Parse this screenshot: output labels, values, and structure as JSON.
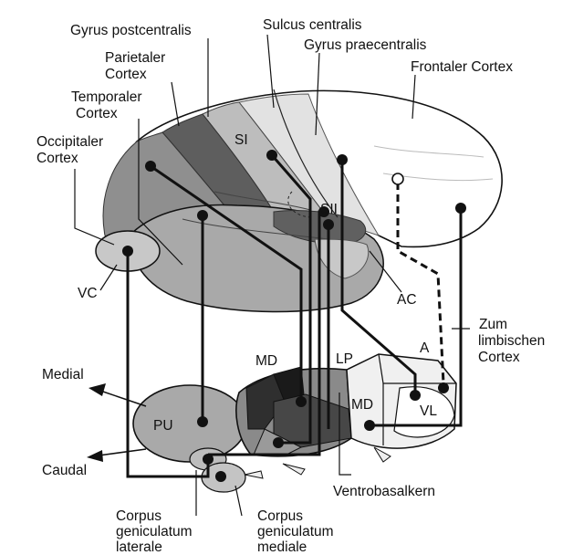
{
  "labels": {
    "gyrus_postcentralis": "Gyrus postcentralis",
    "sulcus_centralis": "Sulcus centralis",
    "gyrus_praecentralis": "Gyrus praecentralis",
    "parietaler_1": "Parietaler",
    "parietaler_2": "Cortex",
    "temporaler_1": "Temporaler",
    "temporaler_2": "Cortex",
    "occipitaler_1": "Occipitaler",
    "occipitaler_2": "Cortex",
    "frontaler": "Frontaler Cortex",
    "si_upper": "SI",
    "sii": "SII",
    "vc": "VC",
    "ac": "AC",
    "zum_1": "Zum",
    "zum_2": "limbischen",
    "zum_3": "Cortex",
    "medial": "Medial",
    "caudal": "Caudal",
    "md_upper": "MD",
    "lp": "LP",
    "a": "A",
    "md_lower": "MD",
    "vl": "VL",
    "pu": "PU",
    "ventrobasalkern": "Ventrobasalkern",
    "cgl_1": "Corpus",
    "cgl_2": "geniculatum",
    "cgl_3": "laterale",
    "cgm_1": "Corpus",
    "cgm_2": "geniculatum",
    "cgm_3": "mediale"
  },
  "colors": {
    "light_gray": "#c4c4c4",
    "mid_gray": "#9a9a9a",
    "dark_gray": "#5e5e5e",
    "darkest": "#2a2a2a",
    "white_area": "#ffffff",
    "outline": "#111111"
  }
}
